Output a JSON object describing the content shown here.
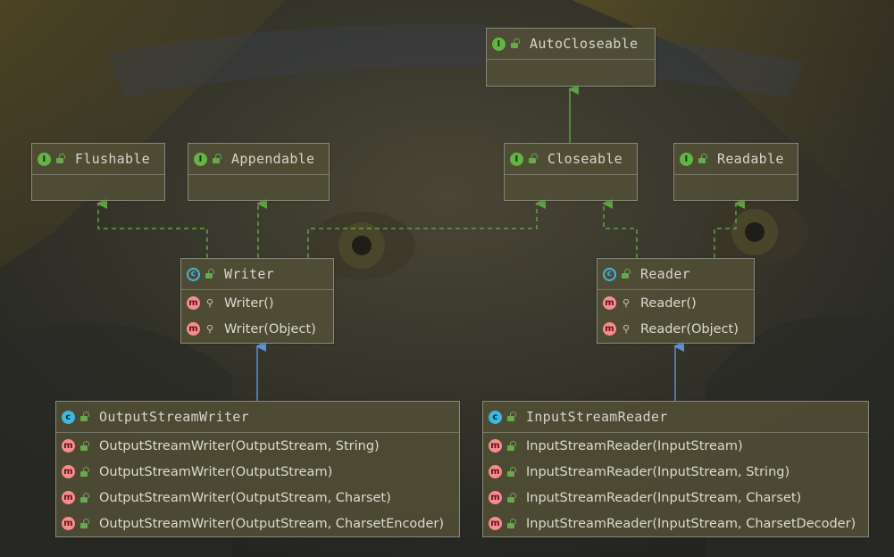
{
  "diagram": {
    "colors": {
      "realization_arrow": "#5f9f45",
      "inheritance_arrow": "#5b8fd6",
      "node_fill": "#524f36",
      "interface_badge": "#62b543",
      "class_badge": "#40b6e0",
      "method_badge": "#f98b8e"
    },
    "nodes": {
      "autocloseable": {
        "name": "AutoCloseable",
        "kind": "interface"
      },
      "flushable": {
        "name": "Flushable",
        "kind": "interface"
      },
      "appendable": {
        "name": "Appendable",
        "kind": "interface"
      },
      "closeable": {
        "name": "Closeable",
        "kind": "interface"
      },
      "readable": {
        "name": "Readable",
        "kind": "interface"
      },
      "writer": {
        "name": "Writer",
        "kind": "abstract-class",
        "methods": [
          "Writer()",
          "Writer(Object)"
        ]
      },
      "reader": {
        "name": "Reader",
        "kind": "abstract-class",
        "methods": [
          "Reader()",
          "Reader(Object)"
        ]
      },
      "outputstreamwriter": {
        "name": "OutputStreamWriter",
        "kind": "class",
        "methods": [
          "OutputStreamWriter(OutputStream, String)",
          "OutputStreamWriter(OutputStream)",
          "OutputStreamWriter(OutputStream, Charset)",
          "OutputStreamWriter(OutputStream, CharsetEncoder)"
        ]
      },
      "inputstreamreader": {
        "name": "InputStreamReader",
        "kind": "class",
        "methods": [
          "InputStreamReader(InputStream)",
          "InputStreamReader(InputStream, String)",
          "InputStreamReader(InputStream, Charset)",
          "InputStreamReader(InputStream, CharsetDecoder)"
        ]
      }
    },
    "edges": [
      {
        "from": "closeable",
        "to": "autocloseable",
        "type": "extends"
      },
      {
        "from": "writer",
        "to": "flushable",
        "type": "implements"
      },
      {
        "from": "writer",
        "to": "appendable",
        "type": "implements"
      },
      {
        "from": "writer",
        "to": "closeable",
        "type": "implements"
      },
      {
        "from": "reader",
        "to": "closeable",
        "type": "implements"
      },
      {
        "from": "reader",
        "to": "readable",
        "type": "implements"
      },
      {
        "from": "outputstreamwriter",
        "to": "writer",
        "type": "extends"
      },
      {
        "from": "inputstreamreader",
        "to": "reader",
        "type": "extends"
      }
    ]
  }
}
